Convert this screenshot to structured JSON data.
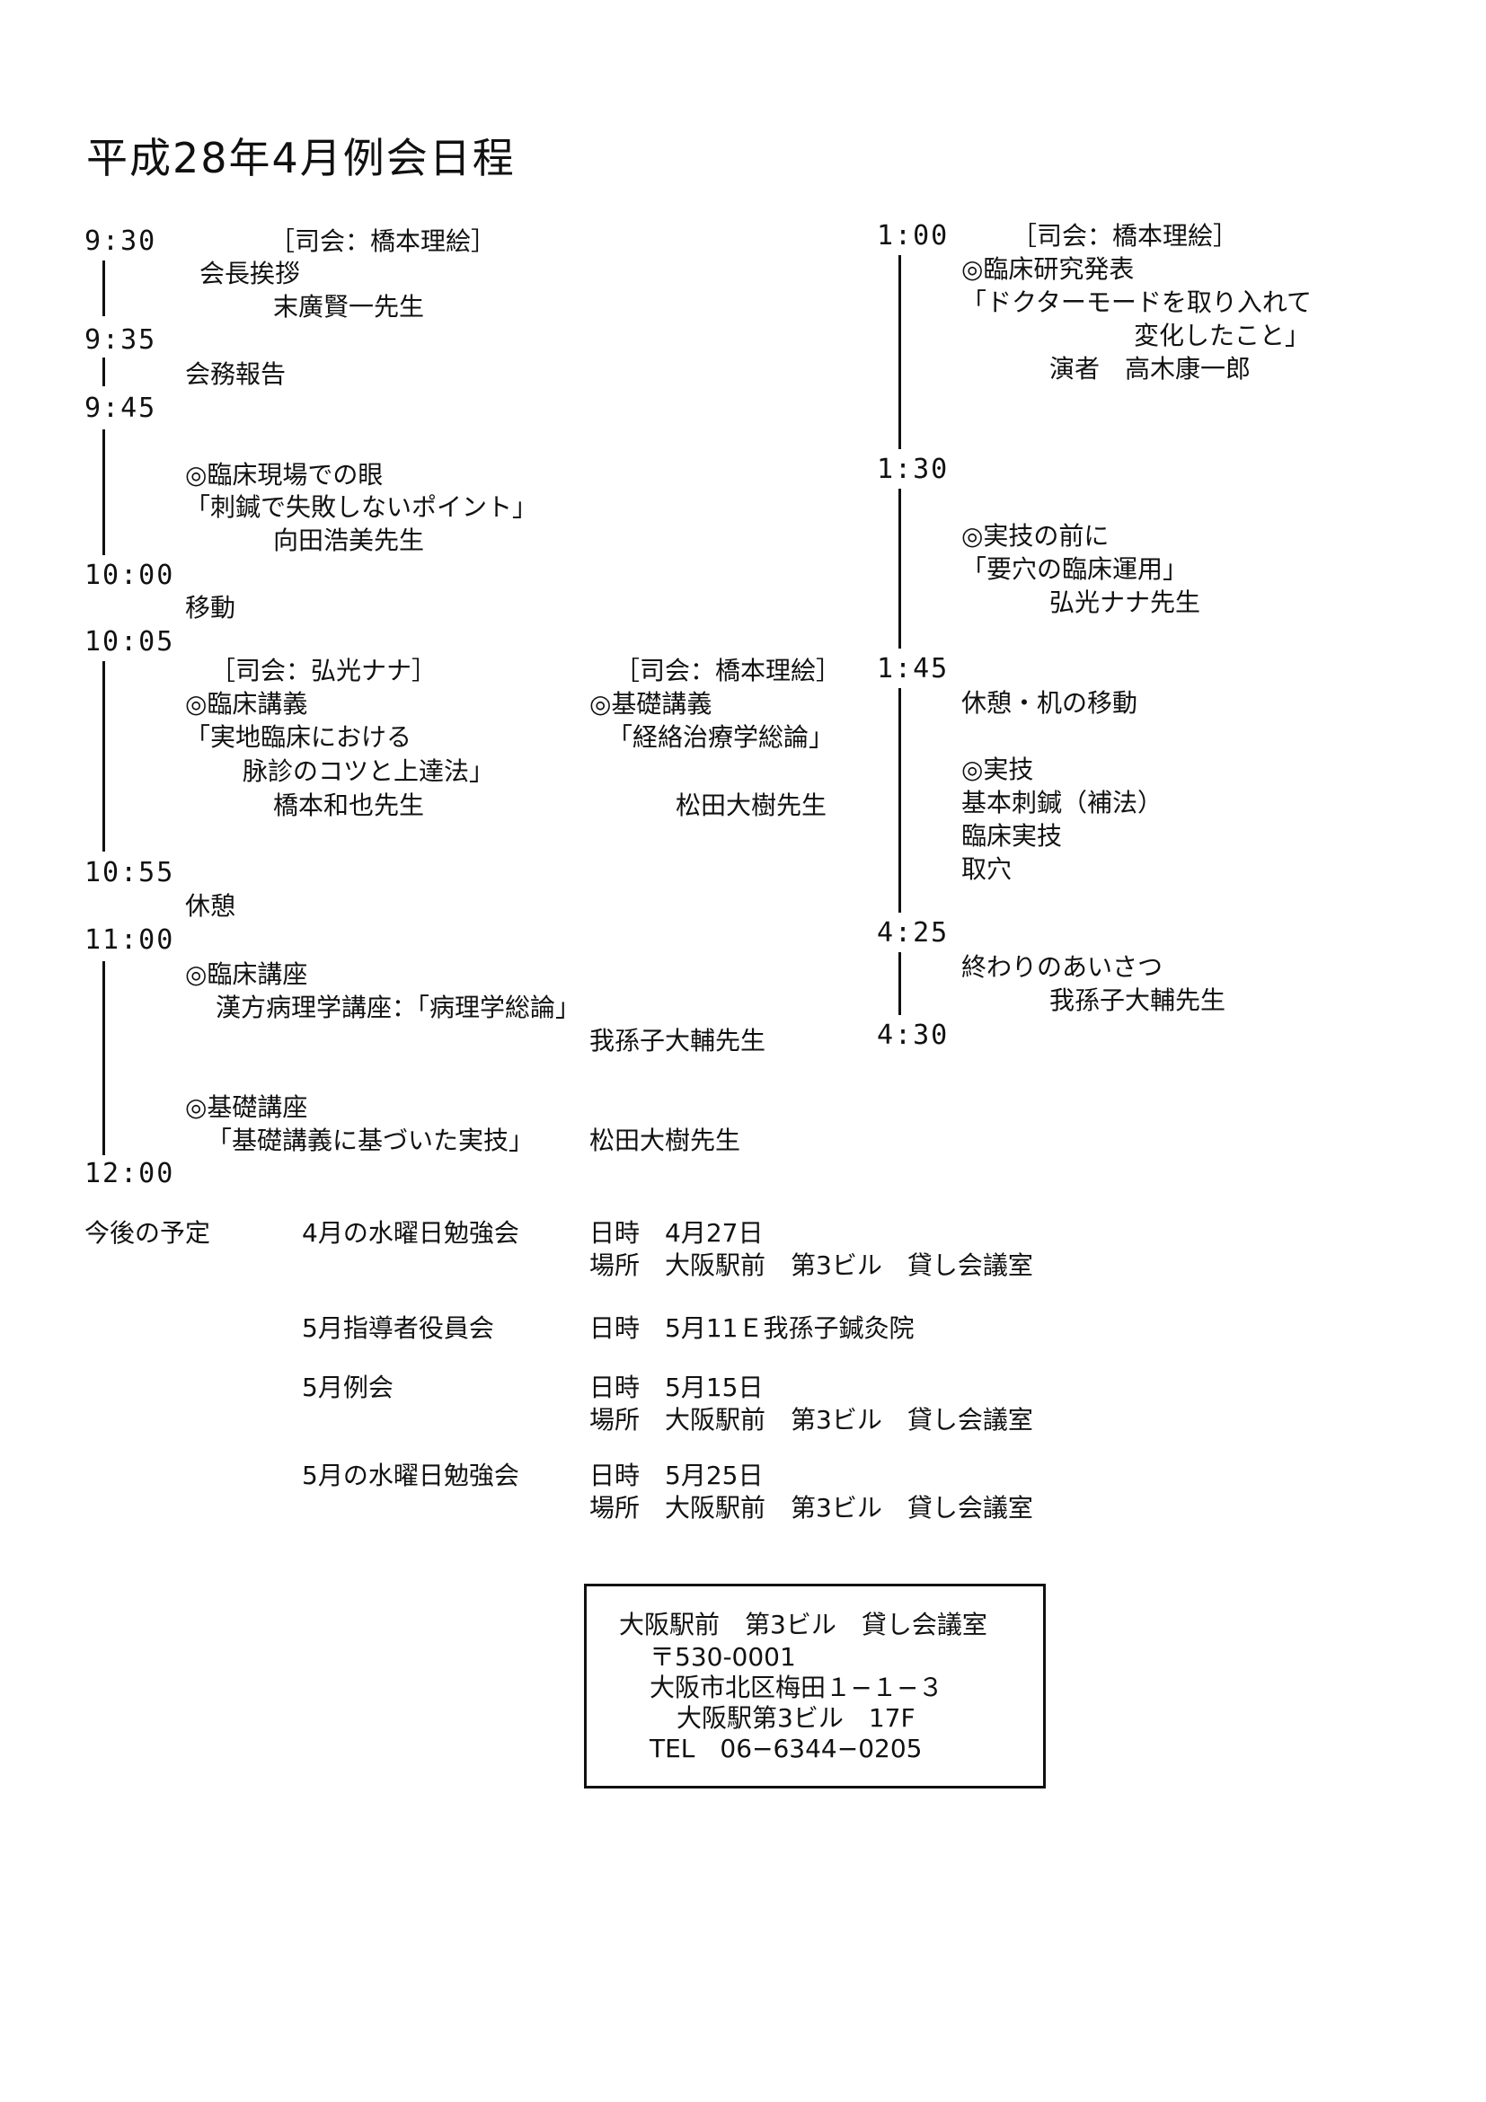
{
  "title": "平成28年4月例会日程",
  "left_times": [
    "9:30",
    "9:35",
    "9:45",
    "10:00",
    "10:05",
    "10:55",
    "11:00",
    "12:00"
  ],
  "right_times": [
    "1:00",
    "1:30",
    "1:45",
    "4:25",
    "4:30"
  ],
  "left_column": {
    "opening": {
      "chair": "［司会：橋本理絵］",
      "title": "会長挨拶",
      "speaker": "末廣賢一先生"
    },
    "report": "会務報告",
    "clinical_eye": {
      "title": "◎臨床現場での眼",
      "subtitle": "「刺鍼で失敗しないポイント」",
      "speaker": "向田浩美先生"
    },
    "move": "移動",
    "lecture_a": {
      "chair": "［司会：弘光ナナ］",
      "title": "◎臨床講義",
      "subtitle1": "「実地臨床における",
      "subtitle2": "脉診のコツと上達法」",
      "speaker": "橋本和也先生"
    },
    "lecture_b": {
      "chair": "［司会：橋本理絵］",
      "title": "◎基礎講義",
      "subtitle": "「経絡治療学総論」",
      "speaker": "松田大樹先生"
    },
    "break": "休憩",
    "clinical_course": {
      "title": "◎臨床講座",
      "subtitle": "漢方病理学講座：「病理学総論」",
      "speaker": "我孫子大輔先生"
    },
    "basic_course": {
      "title": "◎基礎講座",
      "subtitle": "「基礎講義に基づいた実技」",
      "speaker": "松田大樹先生"
    }
  },
  "right_column": {
    "research": {
      "chair": "［司会：橋本理絵］",
      "title": "◎臨床研究発表",
      "subtitle1": "「ドクターモードを取り入れて",
      "subtitle2": "変化したこと」",
      "presenter": "演者　高木康一郎"
    },
    "practice_intro": {
      "title": "◎実技の前に",
      "subtitle": "「要穴の臨床運用」",
      "speaker": "弘光ナナ先生"
    },
    "rest": "休憩・机の移動",
    "practice": {
      "title": "◎実技",
      "items": [
        "基本刺鍼（補法）",
        "臨床実技",
        "取穴"
      ]
    },
    "closing": {
      "title": "終わりのあいさつ",
      "speaker": "我孫子大輔先生"
    }
  },
  "schedule": {
    "heading": "今後の予定",
    "items": [
      {
        "name": "4月の水曜日勉強会",
        "date": "日時　4月27日",
        "place": "場所　大阪駅前　第3ビル　貸し会議室"
      },
      {
        "name": "5月指導者役員会",
        "date": "日時　5月11Ｅ我孫子鍼灸院",
        "place": ""
      },
      {
        "name": "5月例会",
        "date": "日時　5月15日",
        "place": "場所　大阪駅前　第3ビル　貸し会議室"
      },
      {
        "name": "5月の水曜日勉強会",
        "date": "日時　5月25日",
        "place": "場所　大阪駅前　第3ビル　貸し会議室"
      }
    ]
  },
  "address": {
    "lines": [
      "大阪駅前　第3ビル　貸し会議室",
      "〒530-0001",
      "大阪市北区梅田１−１−３",
      "大阪駅第3ビル　17F",
      "TEL　06−6344−0205"
    ]
  }
}
